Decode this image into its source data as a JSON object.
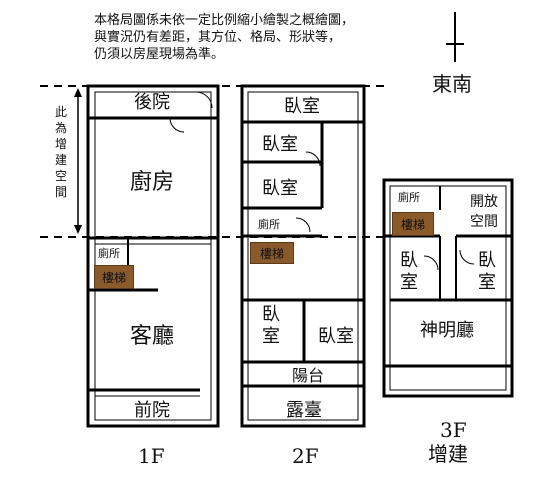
{
  "disclaimer": [
    "本格局圖係未依一定比例縮小繪製之概繪圖，",
    "與實況仍有差距，其方位、格局、形狀等，",
    "仍須以房屋現場為準。"
  ],
  "compass": {
    "direction": "東南"
  },
  "annotation": {
    "extension_space": "此為增建空間"
  },
  "floors": {
    "f1": {
      "label": "1F",
      "rooms": {
        "back_yard": "後院",
        "kitchen": "廚房",
        "toilet": "廁所",
        "stairs": "樓梯",
        "living_room": "客廳",
        "front_yard": "前院"
      }
    },
    "f2": {
      "label": "2F",
      "rooms": {
        "bedroom_top": "臥室",
        "bedroom_2": "臥室",
        "bedroom_3": "臥室",
        "toilet": "廁所",
        "stairs": "樓梯",
        "bedroom_left": "臥室",
        "bedroom_right": "臥室",
        "balcony": "陽台",
        "terrace": "露臺"
      }
    },
    "f3": {
      "label": "3F",
      "sublabel": "增建",
      "rooms": {
        "toilet": "廁所",
        "open_space": "開放空間",
        "stairs": "樓梯",
        "bedroom_left": "臥室",
        "bedroom_right": "臥室",
        "shrine_hall": "神明廳"
      }
    }
  }
}
